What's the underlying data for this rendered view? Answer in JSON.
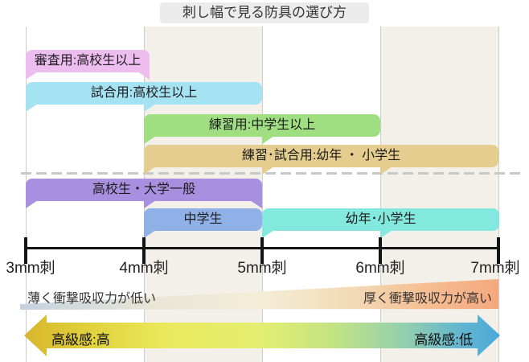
{
  "title": "刺し幅で見る防具の選び方",
  "bottom": {
    "thickness_left": "薄く衝撃吸収力が低い",
    "thickness_right": "厚く衝撃吸収力が高い",
    "luxury_left": "高級感:高",
    "luxury_right": "高級感:低"
  },
  "colors": {
    "stripe": "#f3efe9",
    "dashed_separator": "#c8c8c8",
    "axis": "#141414",
    "title_box": "#ebebeb",
    "wedge_gradient": [
      "#c3d2e0",
      "#e9e6d6",
      "#f4eed8",
      "#f3d9b4",
      "#f6bd92",
      "#f5a87f"
    ],
    "arrow_gradient": [
      "#d7b62b",
      "#e2d33f",
      "#eae95b",
      "#e3ee71",
      "#c3e383",
      "#93cfae",
      "#62b5cf",
      "#4aa8d9"
    ]
  },
  "chart_data": {
    "type": "bar",
    "orientation": "horizontal-range",
    "title": "刺し幅で見る防具の選び方",
    "x_unit": "mm（刺し幅）",
    "x_range": [
      3,
      7
    ],
    "x_ticks": [
      3,
      4,
      5,
      6,
      7
    ],
    "x_tick_labels": [
      "3mm刺",
      "4mm刺",
      "5mm刺",
      "6mm刺",
      "7mm刺"
    ],
    "grid": "alternating vertical bands between 4-5mm and 6-7mm",
    "series": [
      {
        "label": "審査用:高校生以上",
        "range_mm": [
          3,
          4
        ],
        "color": "#edbdf0",
        "row": 62,
        "right_tail": true,
        "end_offset": 7
      },
      {
        "label": "試合用:高校生以上",
        "range_mm": [
          3,
          5
        ],
        "color": "#a6e3f2",
        "row": 102,
        "right_tail": false,
        "end_offset": 0
      },
      {
        "label": "練習用:中学生以上",
        "range_mm": [
          4,
          6
        ],
        "color": "#9fdf82",
        "row": 142,
        "right_tail": false,
        "end_offset": 0
      },
      {
        "label": "練習･試合用:幼年 ・ 小学生",
        "range_mm": [
          4,
          7
        ],
        "color": "#e4cd8f",
        "row": 180,
        "right_tail": false,
        "end_offset": 0
      },
      {
        "label": "高校生・大学一般",
        "range_mm": [
          3,
          5
        ],
        "color": "#a98fdf",
        "row": 222,
        "right_tail": true,
        "end_offset": 0
      },
      {
        "label": "中学生",
        "range_mm": [
          4,
          5
        ],
        "color": "#90b0e8",
        "row": 259,
        "right_tail": false,
        "end_offset": 0
      },
      {
        "label": "幼年･小学生",
        "range_mm": [
          5,
          7
        ],
        "color": "#83e8de",
        "row": 259,
        "right_tail": false,
        "end_offset": 1
      }
    ],
    "annotations": [
      {
        "text": "薄く衝撃吸収力が低い",
        "position": "bottom-left wedge"
      },
      {
        "text": "厚く衝撃吸収力が高い",
        "position": "bottom-right wedge"
      },
      {
        "text": "高級感:高",
        "position": "arrow-left"
      },
      {
        "text": "高級感:低",
        "position": "arrow-right"
      }
    ]
  }
}
